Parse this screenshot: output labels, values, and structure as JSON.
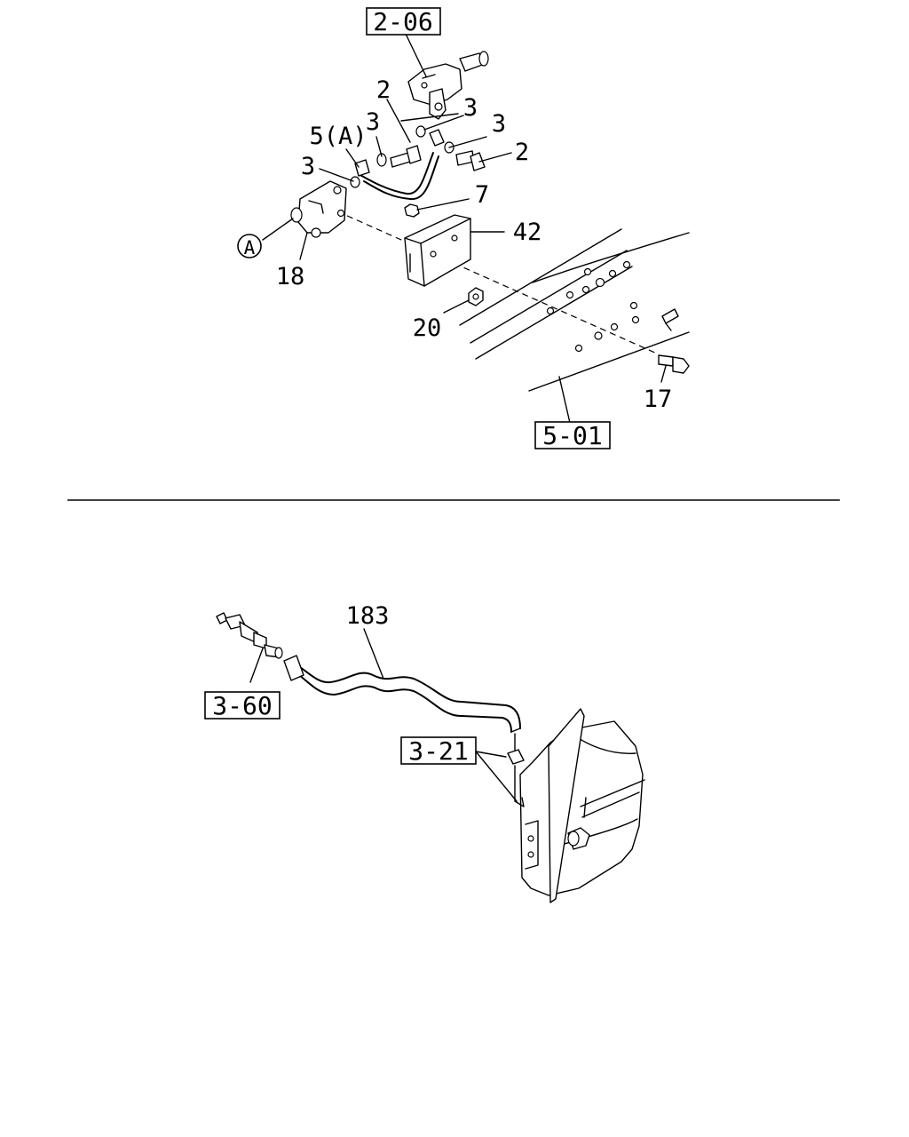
{
  "upper_assembly": {
    "refs": {
      "r206": "2-06",
      "r501": "5-01"
    },
    "parts": {
      "p2a": "2",
      "p2b": "2",
      "p3a": "3",
      "p3b": "3",
      "p3c": "3",
      "p3d": "3",
      "p5a": "5(A)",
      "p7": "7",
      "p42": "42",
      "p18": "18",
      "p20": "20",
      "p17": "17"
    },
    "marker": "A"
  },
  "lower_assembly": {
    "refs": {
      "r360": "3-60",
      "r321": "3-21"
    },
    "parts": {
      "p183": "183"
    }
  }
}
